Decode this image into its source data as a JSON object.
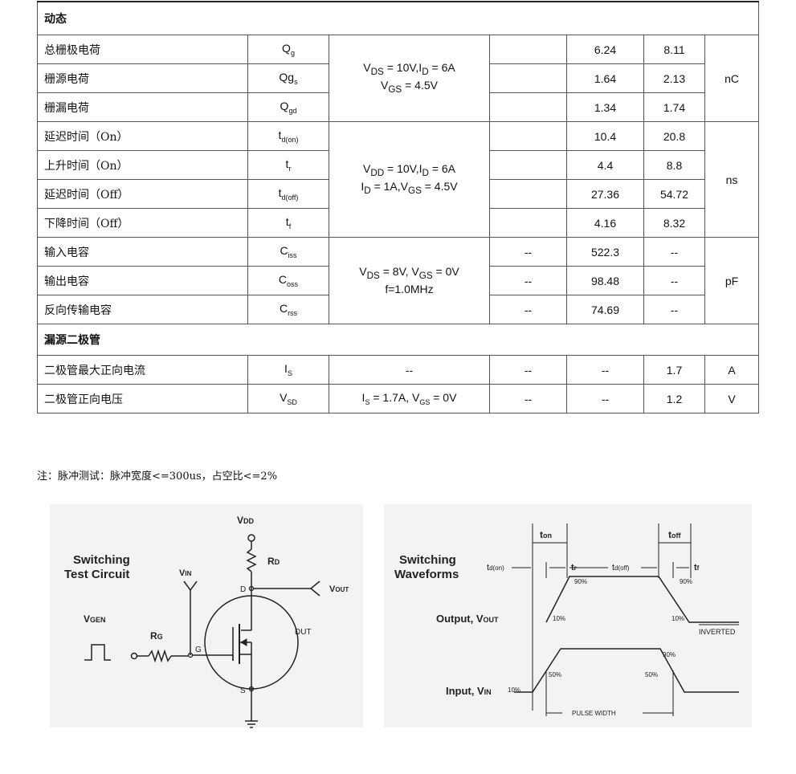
{
  "sections": {
    "dynamic": "动态",
    "diode": "漏源二极管"
  },
  "rows": [
    {
      "param": "总栅极电荷",
      "sym": "Q",
      "sub": "g",
      "min": "",
      "typ": "6.24",
      "max": "8.11"
    },
    {
      "param": "栅源电荷",
      "sym": "Qg",
      "sub": "s",
      "min": "",
      "typ": "1.64",
      "max": "2.13"
    },
    {
      "param": "栅漏电荷",
      "sym": "Q",
      "sub": "gd",
      "min": "",
      "typ": "1.34",
      "max": "1.74"
    },
    {
      "param": "延迟时间（On）",
      "sym": "t",
      "sub": "d(on)",
      "min": "",
      "typ": "10.4",
      "max": "20.8"
    },
    {
      "param": "上升时间（On）",
      "sym": "t",
      "sub": "r",
      "min": "",
      "typ": "4.4",
      "max": "8.8"
    },
    {
      "param": "延迟时间（Off）",
      "sym": "t",
      "sub": "d(off)",
      "min": "",
      "typ": "27.36",
      "max": "54.72"
    },
    {
      "param": "下降时间（Off）",
      "sym": "t",
      "sub": "f",
      "min": "",
      "typ": "4.16",
      "max": "8.32"
    },
    {
      "param": "输入电容",
      "sym": "C",
      "sub": "iss",
      "min": "--",
      "typ": "522.3",
      "max": "--"
    },
    {
      "param": "输出电容",
      "sym": "C",
      "sub": "oss",
      "min": "--",
      "typ": "98.48",
      "max": "--"
    },
    {
      "param": "反向传输电容",
      "sym": "C",
      "sub": "rss",
      "min": "--",
      "typ": "74.69",
      "max": "--"
    },
    {
      "param": "二极管最大正向电流",
      "sym": "I",
      "sub": "S",
      "cond": "--",
      "min": "--",
      "typ": "--",
      "max": "1.7",
      "unit": "A"
    },
    {
      "param": "二极管正向电压",
      "sym": "V",
      "sub": "SD",
      "cond_a": "I",
      "cond_a_sub": "S",
      "cond_b": " = 1.7A, V",
      "cond_b_sub": "GS",
      "cond_c": " = 0V",
      "min": "--",
      "typ": "--",
      "max": "1.2",
      "unit": "V"
    }
  ],
  "conditions": {
    "charge": {
      "l1a": "V",
      "l1a_sub": "DS",
      "l1b": " = 10V,I",
      "l1b_sub": "D",
      "l1c": " = 6A",
      "l2a": "V",
      "l2a_sub": "GS",
      "l2b": " = 4.5V"
    },
    "switch": {
      "l1a": "V",
      "l1a_sub": "DD",
      "l1b": " = 10V,I",
      "l1b_sub": "D",
      "l1c": " = 6A",
      "l2a": "I",
      "l2a_sub": "D",
      "l2b": " = 1A,V",
      "l2b_sub": "GS",
      "l2c": " = 4.5V"
    },
    "cap": {
      "l1a": "V",
      "l1a_sub": "DS",
      "l1b": " = 8V, V",
      "l1b_sub": "GS",
      "l1c": " = 0V",
      "l2": "f=1.0MHz"
    }
  },
  "units": {
    "charge": "nC",
    "time": "ns",
    "cap": "pF"
  },
  "note": "注：脉冲测试：脉冲宽度<=300us，占空比<=2%",
  "circuit": {
    "title1": "Switching",
    "title2": "Test Circuit",
    "vdd": "V",
    "vdd_sub": "DD",
    "vin": "V",
    "vin_sub": "IN",
    "rd": "R",
    "rd_sub": "D",
    "vout": "V",
    "vout_sub": "OUT",
    "vgen": "V",
    "vgen_sub": "GEN",
    "rg": "R",
    "rg_sub": "G",
    "d": "D",
    "g": "G",
    "s": "S",
    "dut": "DUT"
  },
  "waveform": {
    "title1": "Switching",
    "title2": "Waveforms",
    "ton": "t",
    "ton_sub": "on",
    "toff": "t",
    "toff_sub": "off",
    "tdon": "t",
    "tdon_sub": "d(on)",
    "tr": "t",
    "tr_sub": "r",
    "tdoff": "t",
    "tdoff_sub": "d(off)",
    "tf": "t",
    "tf_sub": "f",
    "output": "Output, V",
    "output_sub": "OUT",
    "input": "Input, V",
    "input_sub": "IN",
    "p90a": "90%",
    "p90b": "90%",
    "p10a": "10%",
    "p10b": "10%",
    "p90c": "90%",
    "p50a": "50%",
    "p50b": "50%",
    "p10in": "10%",
    "inverted": "INVERTED",
    "pulse": "PULSE WIDTH"
  }
}
